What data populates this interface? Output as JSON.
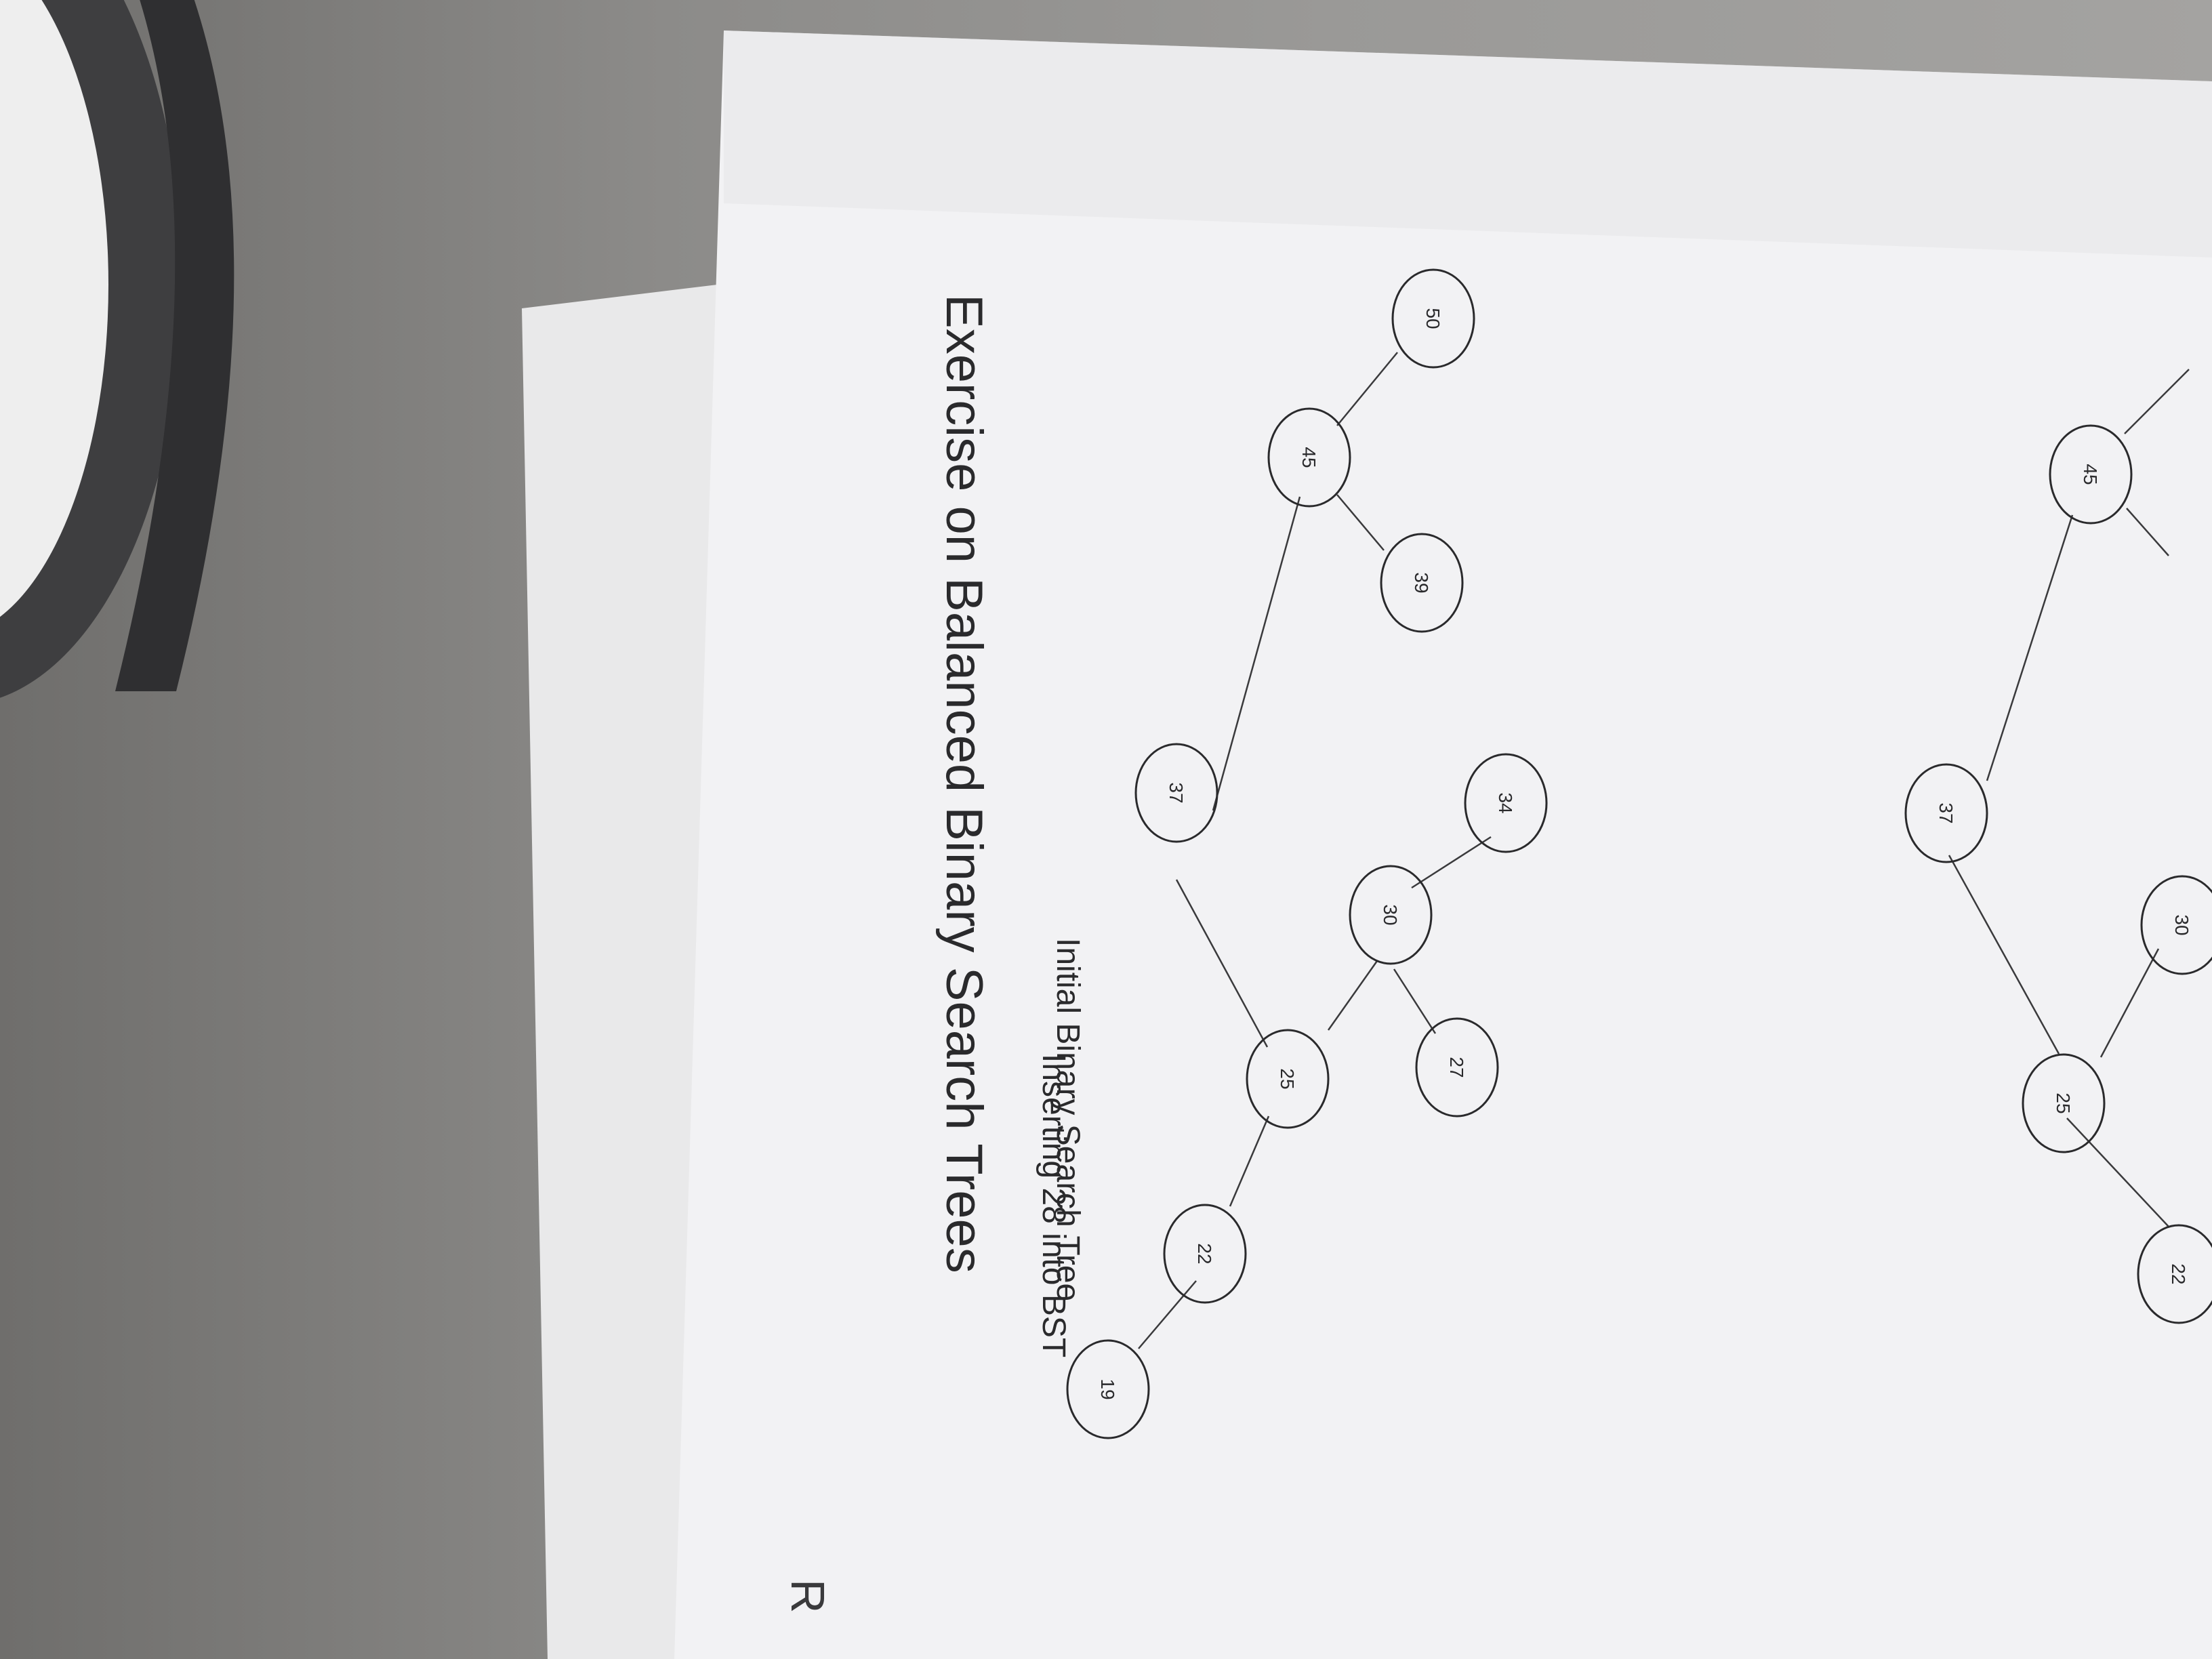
{
  "paper": {
    "title": "Exercise on Balanced Binary Search Trees",
    "section1_title": "Initial Binary Search Tree",
    "section2_title": "Inserting 28 into BST"
  },
  "background": {
    "letter": "R"
  },
  "tree1": {
    "nodes": [
      "37",
      "25",
      "45",
      "22",
      "30",
      "39",
      "50",
      "19",
      "27",
      "34"
    ]
  },
  "tree2": {
    "nodes": [
      "37",
      "25",
      "45",
      "22",
      "30"
    ]
  }
}
